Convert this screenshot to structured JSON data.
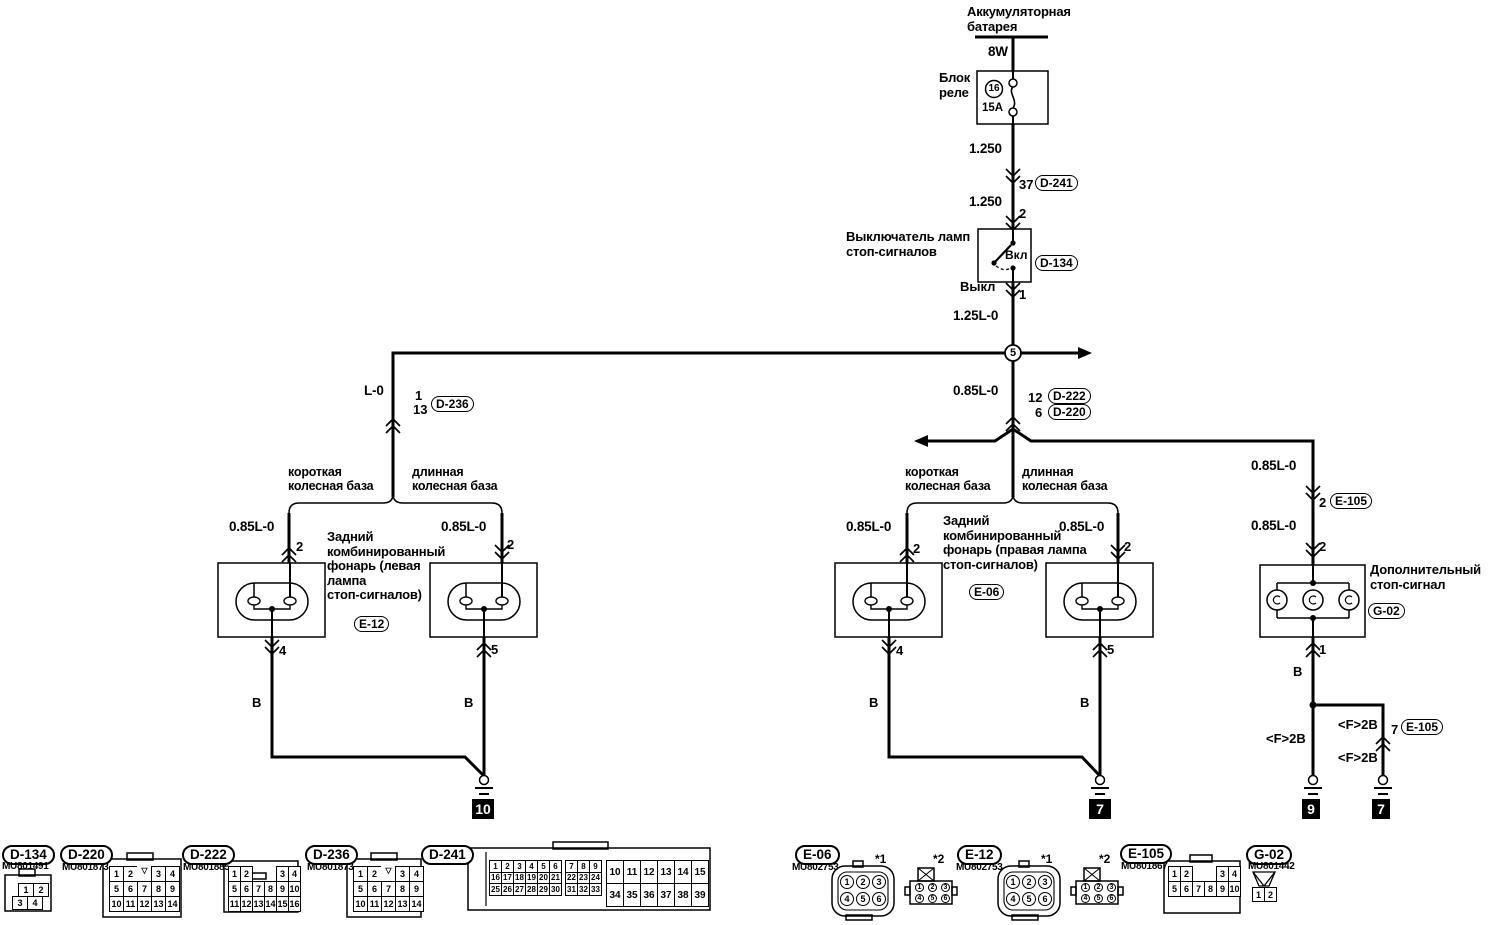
{
  "colors": {
    "line": "#000000",
    "background": "#ffffff"
  },
  "main": {
    "battery": "Аккумуляторная\nбатарея",
    "wire_8w": "8W",
    "relay": "Блок\nреле",
    "fuse_no": "16",
    "fuse_amp": "15A",
    "wire_a": "1.250",
    "pin_37": "37",
    "d241": "D-241",
    "wire_b": "1.250",
    "pin_2": "2",
    "switch": "Выключатель ламп\nстоп-сигналов",
    "on": "Вкл",
    "off": "Выкл",
    "d134": "D-134",
    "pin_1": "1",
    "wire_c": "1.25L-0",
    "junction": "5",
    "wire_d": "0.85L-0",
    "pin_12": "12",
    "d222": "D-222",
    "pin_6": "6",
    "d220": "D-220"
  },
  "branch": {
    "wire_l0": "L-0",
    "pin_a": "1",
    "pin_b": "13",
    "d236": "D-236"
  },
  "left": {
    "short_wb": "короткая\nколесная база",
    "long_wb": "длинная\nколесная база",
    "wire1": "0.85L-0",
    "pin1": "2",
    "wire2": "0.85L-0",
    "pin2": "2",
    "label": "Задний\nкомбинированный\nфонарь (левая\nлампа\nстоп-сигналов)",
    "conn": "E-12",
    "pin4": "4",
    "pin5": "5",
    "b1": "B",
    "b2": "B",
    "ground": "10"
  },
  "right": {
    "short_wb": "короткая\nколесная база",
    "long_wb": "длинная\nколесная база",
    "wire1": "0.85L-0",
    "pin1": "2",
    "wire2": "0.85L-0",
    "pin2": "2",
    "label": "Задний\nкомбинированный\nфонарь (правая лампа\nстоп-сигналов)",
    "conn": "E-06",
    "pin4": "4",
    "pin5": "5",
    "b1": "B",
    "b2": "B",
    "ground": "7"
  },
  "high": {
    "wire1": "0.85L-0",
    "pin2a": "2",
    "e105a": "E-105",
    "wire2": "0.85L-0",
    "pin2b": "2",
    "label": "Дополнительный\nстоп-сигнал",
    "conn": "G-02",
    "pin1": "1",
    "b": "B",
    "f2b_l": "<F>2B",
    "f2b_r1": "<F>2B",
    "pin7": "7",
    "e105b": "E-105",
    "f2b_r2": "<F>2B",
    "ground_l": "9",
    "ground_r": "7"
  },
  "connectors": {
    "d134": {
      "id": "D-134",
      "code": "MU801491",
      "row1": [
        "1",
        "2"
      ],
      "row2": [
        "3",
        "4"
      ]
    },
    "d220": {
      "id": "D-220",
      "code": "MU801873",
      "pins": [
        [
          "1",
          "2",
          "▽",
          "3",
          "4"
        ],
        [
          "5",
          "6",
          "7",
          "8",
          "9"
        ],
        [
          "10",
          "11",
          "12",
          "13",
          "14"
        ]
      ]
    },
    "d222": {
      "id": "D-222",
      "code": "MU801885",
      "pins": [
        [
          "1",
          "2",
          "",
          "",
          "3",
          "4"
        ],
        [
          "5",
          "6",
          "7",
          "8",
          "9",
          "10"
        ],
        [
          "11",
          "12",
          "13",
          "14",
          "15",
          "16"
        ]
      ]
    },
    "d236": {
      "id": "D-236",
      "code": "MU801873",
      "pins": [
        [
          "1",
          "2",
          "▽",
          "3",
          "4"
        ],
        [
          "5",
          "6",
          "7",
          "8",
          "9"
        ],
        [
          "10",
          "11",
          "12",
          "13",
          "14"
        ]
      ]
    },
    "d241": {
      "id": "D-241",
      "block1": [
        [
          "1",
          "2",
          "3",
          "4",
          "5",
          "6"
        ],
        [
          "16",
          "17",
          "18",
          "19",
          "20",
          "21"
        ],
        [
          "25",
          "26",
          "27",
          "28",
          "29",
          "30"
        ]
      ],
      "block2": [
        [
          "7",
          "8",
          "9"
        ],
        [
          "22",
          "23",
          "24"
        ],
        [
          "31",
          "32",
          "33"
        ]
      ],
      "block3": [
        [
          "10",
          "11",
          "12",
          "13",
          "14",
          "15"
        ],
        [
          "34",
          "35",
          "36",
          "37",
          "38",
          "39"
        ]
      ]
    },
    "e06": {
      "id": "E-06",
      "code": "MU802753",
      "v1": "*1",
      "v2": "*2",
      "pins": [
        [
          "1",
          "2",
          "3"
        ],
        [
          "4",
          "5",
          "6"
        ]
      ]
    },
    "e12": {
      "id": "E-12",
      "code": "MU802753",
      "v1": "*1",
      "v2": "*2",
      "pins": [
        [
          "1",
          "2",
          "3"
        ],
        [
          "4",
          "5",
          "6"
        ]
      ]
    },
    "e105": {
      "id": "E-105",
      "code": "MU801867",
      "pins": [
        [
          "1",
          "2",
          "",
          "",
          "3",
          "4"
        ],
        [
          "5",
          "6",
          "7",
          "8",
          "9",
          "10"
        ]
      ]
    },
    "g02": {
      "id": "G-02",
      "code": "MU801442",
      "pins": [
        [
          "1",
          "2"
        ]
      ]
    }
  }
}
